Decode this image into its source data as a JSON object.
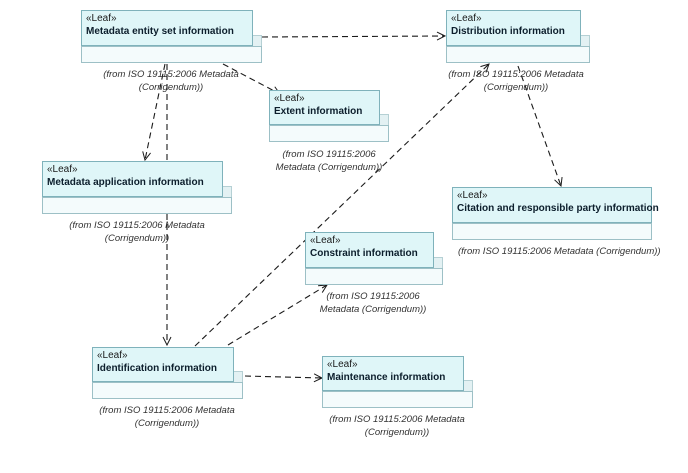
{
  "stereotype": "«Leaf»",
  "classes": {
    "metadata_entity": {
      "name": "Metadata entity set information",
      "source_line1": "(from ISO 19115:2006 Metadata",
      "source_line2": "(Corrigendum))"
    },
    "distribution": {
      "name": "Distribution information",
      "source_line1": "(from ISO 19115:2006 Metadata",
      "source_line2": "(Corrigendum))"
    },
    "extent": {
      "name": "Extent information",
      "source_line1": "(from ISO 19115:2006",
      "source_line2": "Metadata (Corrigendum))"
    },
    "metadata_application": {
      "name": "Metadata application information",
      "source_line1": "(from ISO 19115:2006 Metadata",
      "source_line2": "(Corrigendum))"
    },
    "citation": {
      "name": "Citation and responsible party information",
      "source_line1": "(from ISO 19115:2006 Metadata (Corrigendum))",
      "source_line2": ""
    },
    "constraint": {
      "name": "Constraint information",
      "source_line1": "(from ISO 19115:2006",
      "source_line2": "Metadata (Corrigendum))"
    },
    "identification": {
      "name": "Identification information",
      "source_line1": "(from ISO 19115:2006 Metadata",
      "source_line2": "(Corrigendum))"
    },
    "maintenance": {
      "name": "Maintenance information",
      "source_line1": "(from ISO 19115:2006 Metadata",
      "source_line2": "(Corrigendum))"
    }
  },
  "colors": {
    "header_fill": "#dff6f8",
    "border": "#7fb2bb",
    "connector": "#1a1a1a"
  }
}
